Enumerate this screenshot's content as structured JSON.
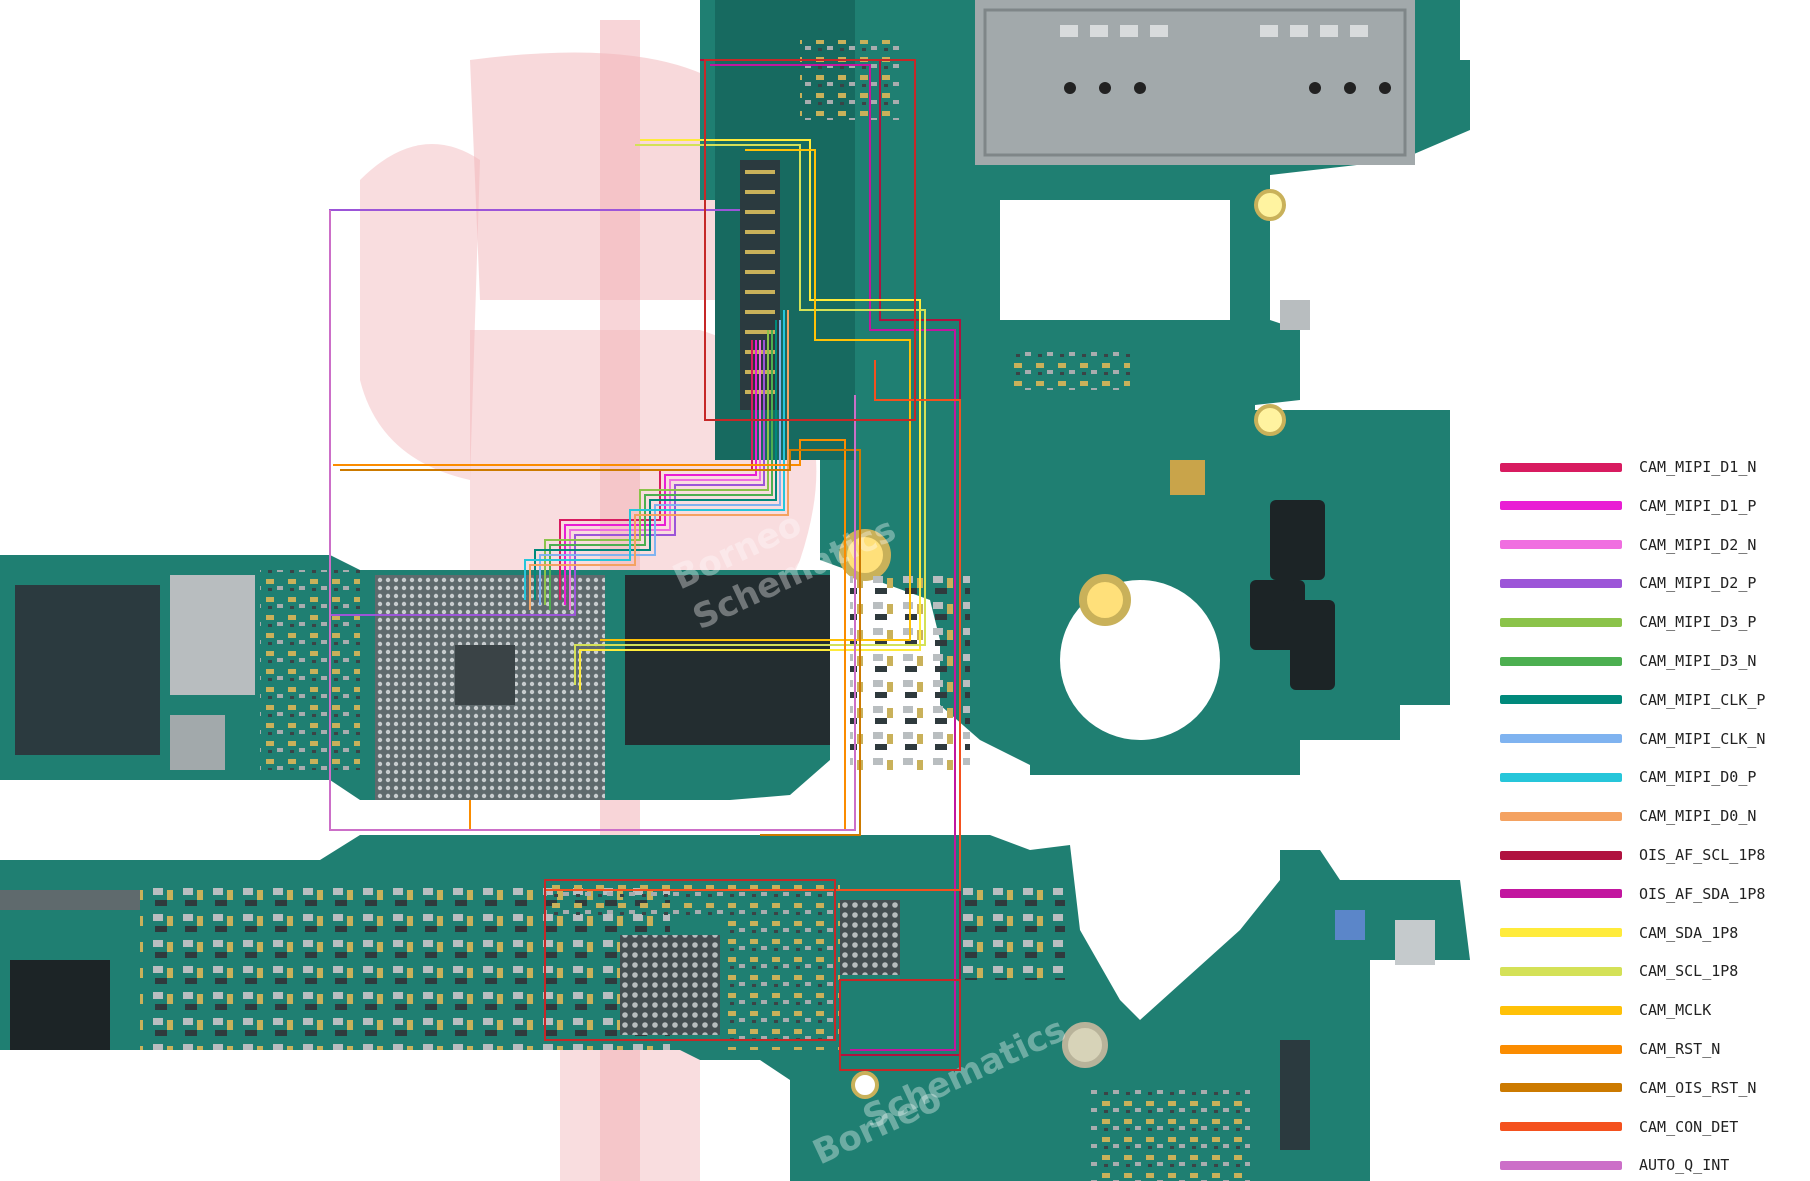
{
  "colors": {
    "pcb": "#1f7f72",
    "pcb_dark": "#125a50",
    "chip": "#2b3a3f",
    "shield": "#9aa3a6",
    "pad": "#c9b15a",
    "watermark": "#e8868f"
  },
  "watermark": {
    "line1": "Borneo",
    "line2": "Schematics"
  },
  "legend": [
    {
      "label": "CAM_MIPI_D1_N",
      "color": "#d81b60"
    },
    {
      "label": "CAM_MIPI_D1_P",
      "color": "#e91ed4"
    },
    {
      "label": "CAM_MIPI_D2_N",
      "color": "#f06ee0"
    },
    {
      "label": "CAM_MIPI_D2_P",
      "color": "#9c55d8"
    },
    {
      "label": "CAM_MIPI_D3_P",
      "color": "#8bc34a"
    },
    {
      "label": "CAM_MIPI_D3_N",
      "color": "#4caf50"
    },
    {
      "label": "CAM_MIPI_CLK_P",
      "color": "#00897b"
    },
    {
      "label": "CAM_MIPI_CLK_N",
      "color": "#7fb3f0"
    },
    {
      "label": "CAM_MIPI_D0_P",
      "color": "#26c6da"
    },
    {
      "label": "CAM_MIPI_D0_N",
      "color": "#f4a261"
    },
    {
      "label": "OIS_AF_SCL_1P8",
      "color": "#b0123f"
    },
    {
      "label": "OIS_AF_SDA_1P8",
      "color": "#c2169f"
    },
    {
      "label": "CAM_SDA_1P8",
      "color": "#ffeb3b"
    },
    {
      "label": "CAM_SCL_1P8",
      "color": "#d4e157"
    },
    {
      "label": "CAM_MCLK",
      "color": "#ffc107"
    },
    {
      "label": "CAM_RST_N",
      "color": "#fb8c00"
    },
    {
      "label": "CAM_OIS_RST_N",
      "color": "#cc7a00"
    },
    {
      "label": "CAM_CON_DET",
      "color": "#f4511e"
    },
    {
      "label": "AUTO_Q_INT",
      "color": "#cc6fc8"
    }
  ],
  "traces": [
    {
      "signal": "CAM_MIPI_D1_N",
      "color": "#d81b60"
    },
    {
      "signal": "CAM_MIPI_D1_P",
      "color": "#e91ed4"
    },
    {
      "signal": "CAM_MIPI_D2_N",
      "color": "#f06ee0"
    },
    {
      "signal": "CAM_MIPI_D2_P",
      "color": "#9c55d8"
    },
    {
      "signal": "CAM_MIPI_D3_P",
      "color": "#8bc34a"
    },
    {
      "signal": "CAM_MIPI_D3_N",
      "color": "#4caf50"
    },
    {
      "signal": "CAM_MIPI_CLK_P",
      "color": "#00897b"
    },
    {
      "signal": "CAM_MIPI_CLK_N",
      "color": "#7fb3f0"
    },
    {
      "signal": "CAM_MIPI_D0_P",
      "color": "#26c6da"
    },
    {
      "signal": "CAM_MIPI_D0_N",
      "color": "#f4a261"
    },
    {
      "signal": "OIS_AF_SCL_1P8",
      "color": "#b0123f"
    },
    {
      "signal": "OIS_AF_SDA_1P8",
      "color": "#c2169f"
    },
    {
      "signal": "CAM_SDA_1P8",
      "color": "#ffeb3b"
    },
    {
      "signal": "CAM_SCL_1P8",
      "color": "#d4e157"
    },
    {
      "signal": "CAM_MCLK",
      "color": "#ffc107"
    },
    {
      "signal": "CAM_RST_N",
      "color": "#fb8c00"
    },
    {
      "signal": "CAM_OIS_RST_N",
      "color": "#cc7a00"
    },
    {
      "signal": "CAM_CON_DET",
      "color": "#f4511e"
    },
    {
      "signal": "AUTO_Q_INT",
      "color": "#cc6fc8"
    }
  ]
}
